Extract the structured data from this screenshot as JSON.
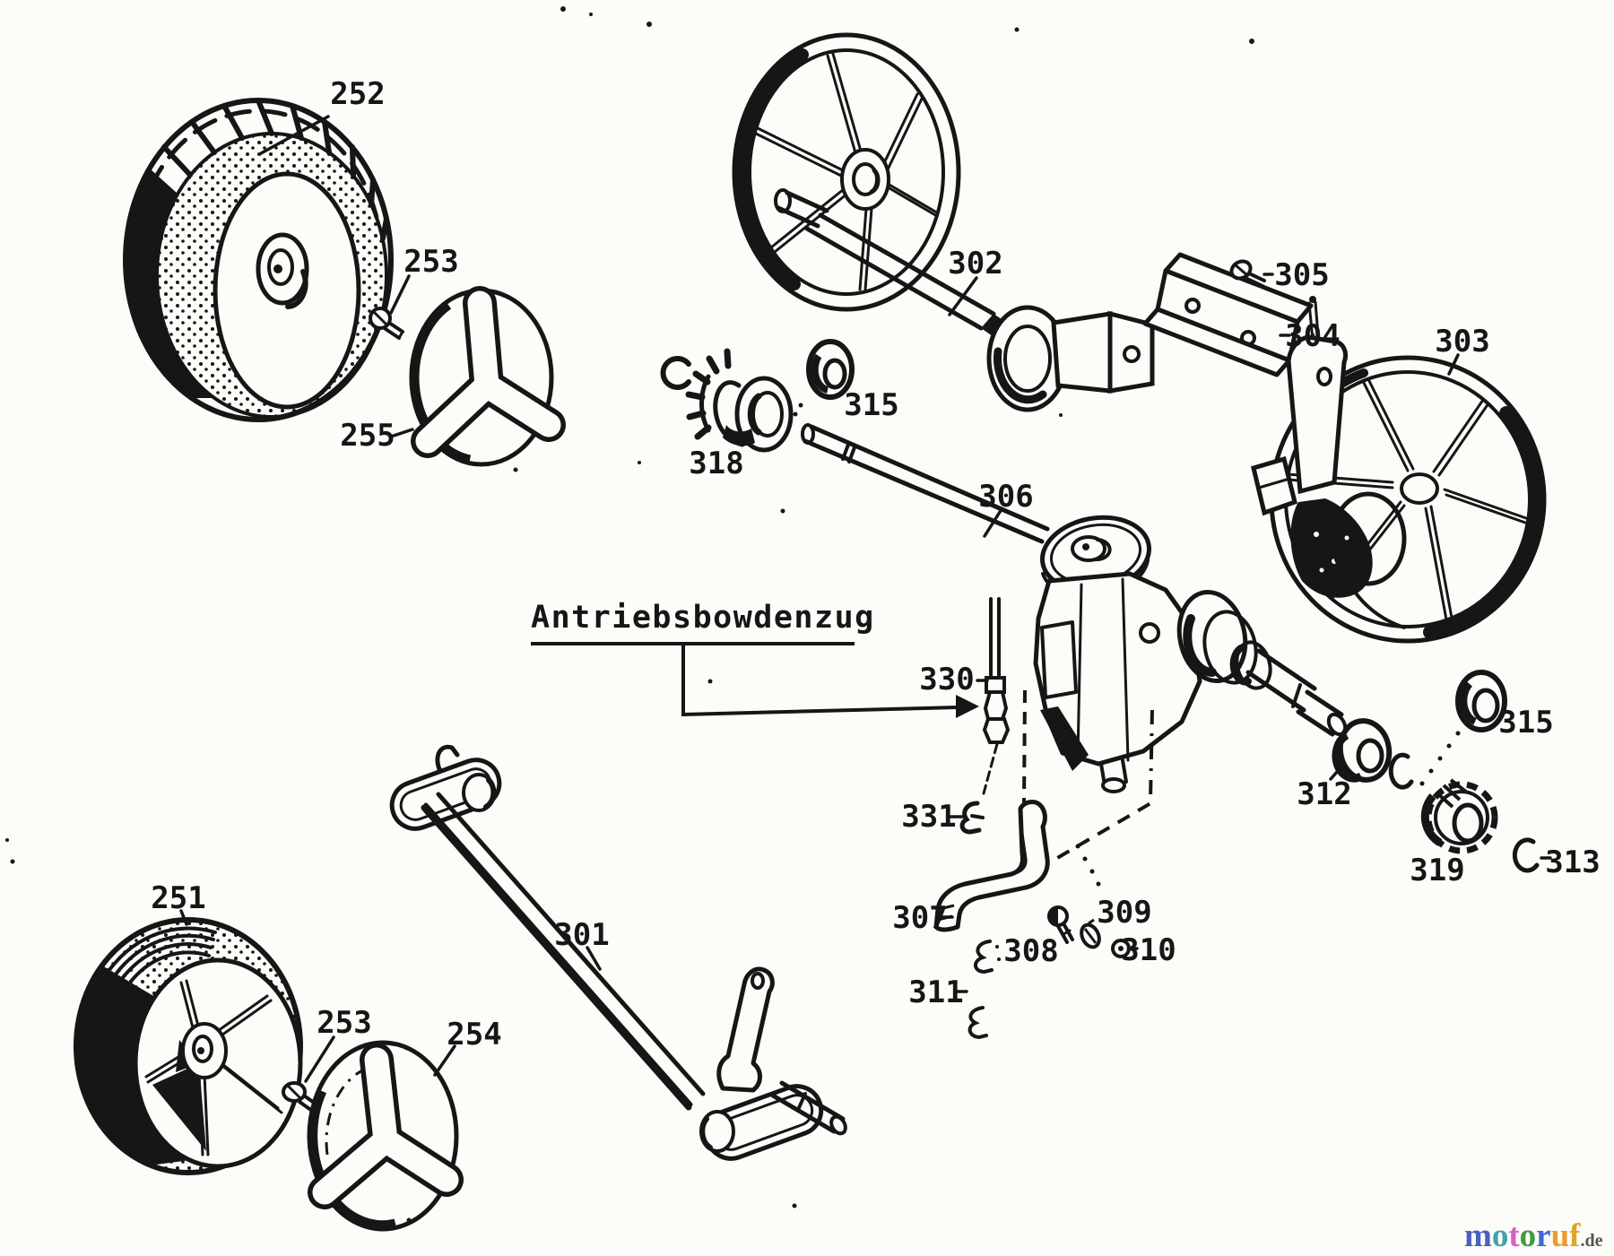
{
  "heading": {
    "text": "Antriebsbowdenzug"
  },
  "labels": [
    {
      "part": "252",
      "text": "252"
    },
    {
      "part": "253-top",
      "text": "253"
    },
    {
      "part": "255",
      "text": "255"
    },
    {
      "part": "302",
      "text": "302"
    },
    {
      "part": "305",
      "text": "305"
    },
    {
      "part": "304",
      "text": "304"
    },
    {
      "part": "303",
      "text": "303"
    },
    {
      "part": "318",
      "text": "318"
    },
    {
      "part": "315-left",
      "text": "315"
    },
    {
      "part": "306",
      "text": "306"
    },
    {
      "part": "330",
      "text": "330"
    },
    {
      "part": "331",
      "text": "331"
    },
    {
      "part": "307",
      "text": "307"
    },
    {
      "part": "308",
      "text": "308"
    },
    {
      "part": "309",
      "text": "309"
    },
    {
      "part": "310",
      "text": "310"
    },
    {
      "part": "311",
      "text": "311"
    },
    {
      "part": "312",
      "text": "312"
    },
    {
      "part": "315-right",
      "text": "315"
    },
    {
      "part": "319",
      "text": "319"
    },
    {
      "part": "313",
      "text": "313"
    },
    {
      "part": "251",
      "text": "251"
    },
    {
      "part": "253-bottom",
      "text": "253"
    },
    {
      "part": "254",
      "text": "254"
    },
    {
      "part": "301",
      "text": "301"
    }
  ],
  "watermark": {
    "letters": [
      {
        "ch": "m",
        "color": "#4a5fc0"
      },
      {
        "ch": "o",
        "color": "#45a1a8"
      },
      {
        "ch": "t",
        "color": "#da5fc4"
      },
      {
        "ch": "o",
        "color": "#3f9d42"
      },
      {
        "ch": "r",
        "color": "#4169d2"
      },
      {
        "ch": "u",
        "color": "#f09a28"
      },
      {
        "ch": "f",
        "color": "#e0a42c"
      }
    ],
    "suffix": ".de"
  },
  "colors": {
    "ink": "#161616",
    "background": "#fcfcf9"
  }
}
